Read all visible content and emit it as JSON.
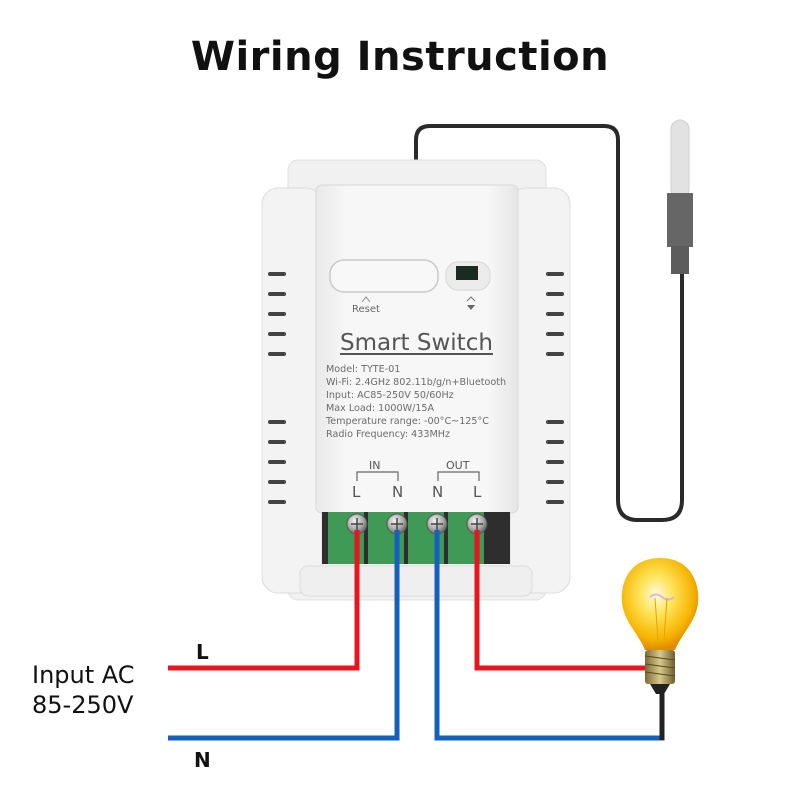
{
  "title": "Wiring Instruction",
  "device": {
    "name": "Smart Switch",
    "reset_label": "Reset",
    "specs": [
      "Model: TYTE-01",
      "Wi-Fi: 2.4GHz 802.11b/g/n+Bluetooth",
      "Input: AC85-250V 50/60Hz",
      "Max Load: 1000W/15A",
      "Temperature range: -00°C~125°C",
      "Radio Frequency: 433MHz"
    ],
    "terminals": {
      "in_label": "IN",
      "out_label": "OUT",
      "in": [
        "L",
        "N"
      ],
      "out": [
        "N",
        "L"
      ]
    }
  },
  "input": {
    "label_line1": "Input AC",
    "label_line2": "85-250V",
    "live_label": "L",
    "neutral_label": "N"
  },
  "colors": {
    "live_wire": "#e8141e",
    "neutral_wire": "#1560bd",
    "sensor_cable": "#2a2a2a",
    "terminal_block": "#3f9a55"
  },
  "icons": [
    "temperature-probe-icon",
    "light-bulb-icon",
    "wifi-indicator-icon",
    "reset-arrow-icon"
  ]
}
